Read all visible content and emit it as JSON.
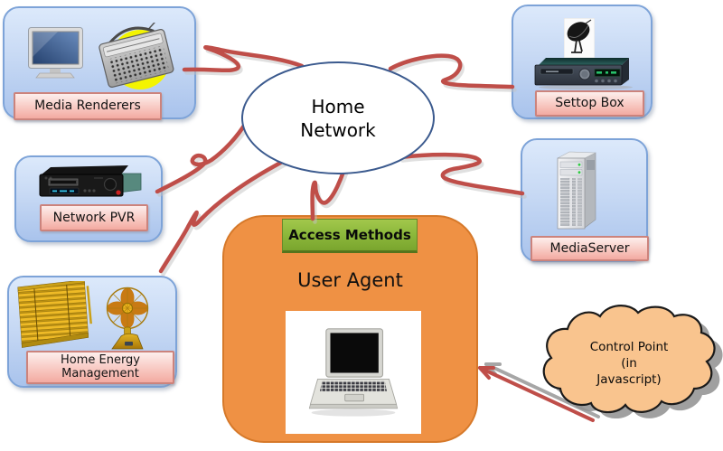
{
  "hub": {
    "label": "Home Network"
  },
  "nodes": [
    {
      "label": "Media Renderers",
      "icons": [
        "tv-icon",
        "radio-icon"
      ]
    },
    {
      "label": "Settop Box",
      "icons": [
        "satellite-dish-icon",
        "settop-box-icon"
      ]
    },
    {
      "label": "Network PVR",
      "icons": [
        "pvr-deck-icon"
      ]
    },
    {
      "label": "MediaServer",
      "icons": [
        "server-tower-icon"
      ]
    },
    {
      "label": "Home Energy Management",
      "icons": [
        "window-blinds-icon",
        "fan-icon"
      ]
    }
  ],
  "user_agent": {
    "badge": "Access Methods",
    "title": "User Agent",
    "icon": "laptop-icon"
  },
  "control_point": {
    "line1": "Control Point",
    "line2": "(in",
    "line3": "Javascript)"
  },
  "connections": [
    {
      "from": "Media Renderers",
      "to": "Home Network",
      "style": "squiggle"
    },
    {
      "from": "Settop Box",
      "to": "Home Network",
      "style": "squiggle"
    },
    {
      "from": "Network PVR",
      "to": "Home Network",
      "style": "squiggle"
    },
    {
      "from": "MediaServer",
      "to": "Home Network",
      "style": "squiggle"
    },
    {
      "from": "Home Energy Management",
      "to": "Home Network",
      "style": "squiggle"
    },
    {
      "from": "Home Network",
      "to": "User Agent",
      "style": "squiggle"
    },
    {
      "from": "Control Point (in Javascript)",
      "to": "User Agent",
      "style": "arrow"
    }
  ],
  "colors": {
    "node_box_fill_top": "#dce9fb",
    "node_box_fill_bottom": "#a9c3ec",
    "node_box_border": "#7da3d8",
    "label_fill_top": "#fdeeec",
    "label_fill_bottom": "#f3aaa1",
    "label_border": "#cc837c",
    "hub_border": "#3b5a8e",
    "link_red": "#bf4e49",
    "user_agent_fill": "#ef9144",
    "user_agent_border": "#d6792a",
    "badge_green_top": "#a2c74c",
    "badge_green_bottom": "#7aa52e",
    "cloud_fill": "#f9c48e",
    "cloud_border": "#1a1a1a",
    "radio_highlight": "#f4f400"
  }
}
